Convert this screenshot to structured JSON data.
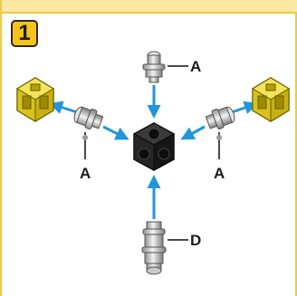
{
  "step": {
    "number": "1"
  },
  "labels": {
    "top_connector": "A",
    "left_connector": "A",
    "right_connector": "A",
    "bottom_connector": "D"
  },
  "icons": {
    "center_hub": "black-cube-hub-icon",
    "left_block": "yellow-cube-block-icon",
    "right_block": "yellow-cube-block-icon",
    "connector_a": "short-connector-peg-icon",
    "connector_d": "long-connector-peg-icon"
  },
  "colors": {
    "accent": "#f6c21c",
    "arrow": "#2196d9",
    "hub": "#1f1f1f",
    "block": "#e8d224",
    "connector": "#c9c9c9"
  }
}
